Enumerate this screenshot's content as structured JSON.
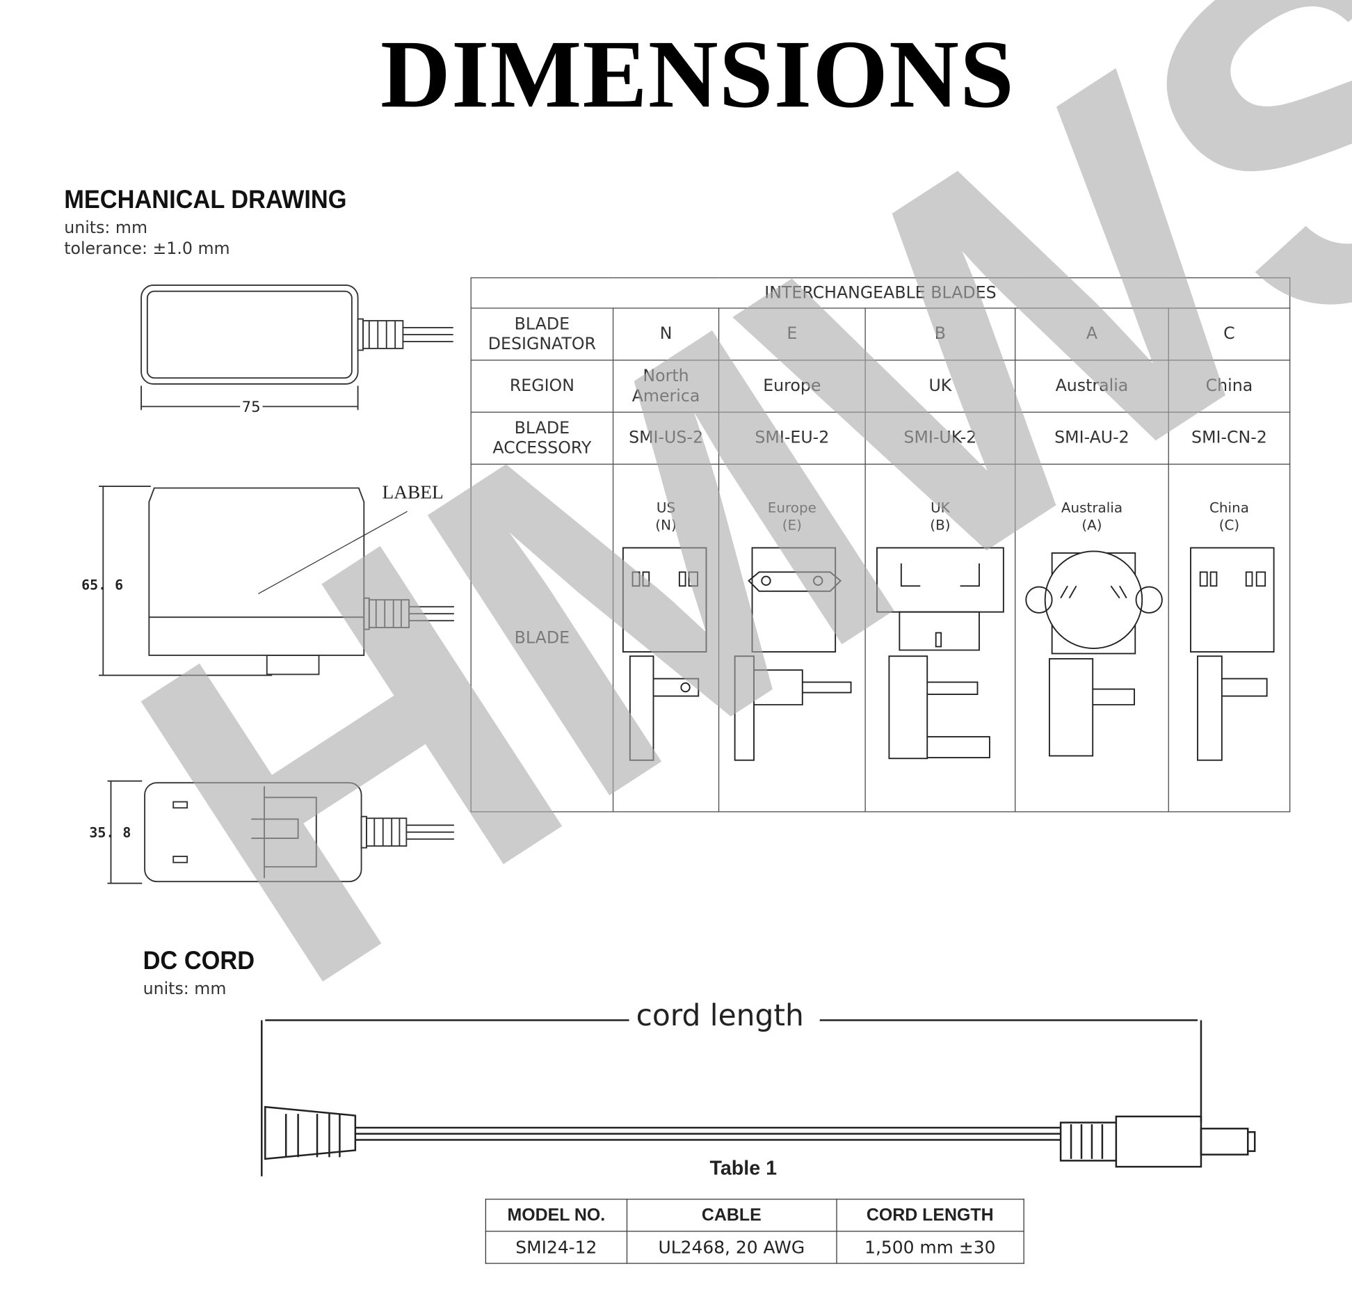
{
  "title": "DIMENSIONS",
  "mechanical": {
    "heading": "MECHANICAL DRAWING",
    "units": "units: mm",
    "tolerance": "tolerance: ±1.0 mm",
    "dim_width": "75",
    "dim_height": "65. 6",
    "dim_depth": "35. 8",
    "label": "LABEL"
  },
  "blades": {
    "header": "INTERCHANGEABLE BLADES",
    "row_labels": {
      "designator": "BLADE DESIGNATOR",
      "region": "REGION",
      "accessory": "BLADE ACCESSORY",
      "blade": "BLADE"
    },
    "columns": [
      {
        "designator": "N",
        "region": "North America",
        "accessory": "SMI-US-2",
        "caption1": "US",
        "caption2": "(N)"
      },
      {
        "designator": "E",
        "region": "Europe",
        "accessory": "SMI-EU-2",
        "caption1": "Europe",
        "caption2": "(E)"
      },
      {
        "designator": "B",
        "region": "UK",
        "accessory": "SMI-UK-2",
        "caption1": "UK",
        "caption2": "(B)"
      },
      {
        "designator": "A",
        "region": "Australia",
        "accessory": "SMI-AU-2",
        "caption1": "Australia",
        "caption2": "(A)"
      },
      {
        "designator": "C",
        "region": "China",
        "accessory": "SMI-CN-2",
        "caption1": "China",
        "caption2": "(C)"
      }
    ]
  },
  "dc_cord": {
    "heading": "DC CORD",
    "units": "units: mm",
    "cord_length_label": "cord length",
    "table_title": "Table 1",
    "table": {
      "headers": [
        "MODEL NO.",
        "CABLE",
        "CORD LENGTH"
      ],
      "rows": [
        [
          "SMI24-12",
          "UL2468, 20 AWG",
          "1,500 mm ±30"
        ]
      ]
    }
  },
  "watermark": "HMWS"
}
